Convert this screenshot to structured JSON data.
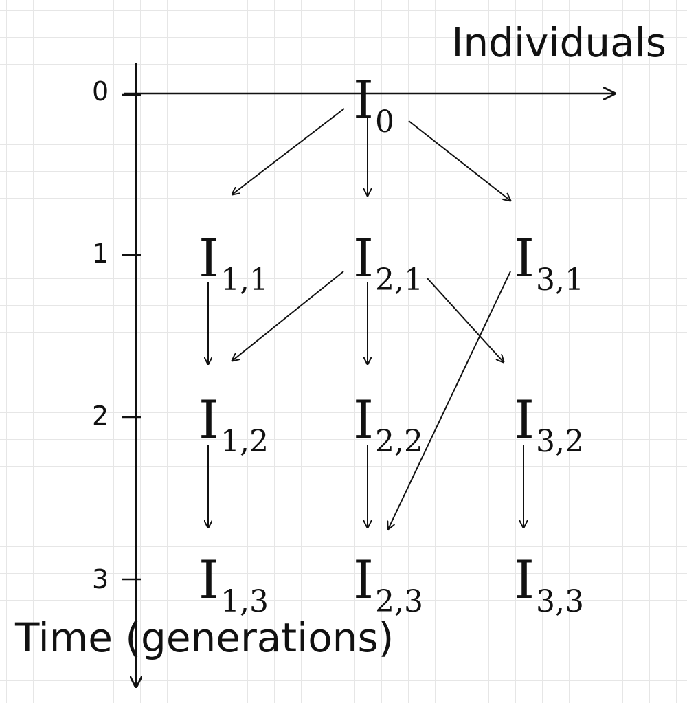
{
  "axes": {
    "x_label": "Individuals",
    "y_label": "Time (generations)",
    "ticks": [
      "0",
      "1",
      "2",
      "3"
    ]
  },
  "nodes": [
    {
      "id": "I0",
      "main": "I",
      "sub": "0"
    },
    {
      "id": "I11",
      "main": "I",
      "sub": "1,1"
    },
    {
      "id": "I21",
      "main": "I",
      "sub": "2,1"
    },
    {
      "id": "I31",
      "main": "I",
      "sub": "3,1"
    },
    {
      "id": "I12",
      "main": "I",
      "sub": "1,2"
    },
    {
      "id": "I22",
      "main": "I",
      "sub": "2,2"
    },
    {
      "id": "I32",
      "main": "I",
      "sub": "3,2"
    },
    {
      "id": "I13",
      "main": "I",
      "sub": "1,3"
    },
    {
      "id": "I23",
      "main": "I",
      "sub": "2,3"
    },
    {
      "id": "I33",
      "main": "I",
      "sub": "3,3"
    }
  ],
  "edges": [
    {
      "from": "I0",
      "to": "I11"
    },
    {
      "from": "I0",
      "to": "I21"
    },
    {
      "from": "I0",
      "to": "I31"
    },
    {
      "from": "I11",
      "to": "I12"
    },
    {
      "from": "I21",
      "to": "I12"
    },
    {
      "from": "I21",
      "to": "I22"
    },
    {
      "from": "I21",
      "to": "I32"
    },
    {
      "from": "I31",
      "to": "I23"
    },
    {
      "from": "I12",
      "to": "I13"
    },
    {
      "from": "I22",
      "to": "I23"
    },
    {
      "from": "I32",
      "to": "I33"
    }
  ],
  "colors": {
    "line": "#111111",
    "grid": "#e6e6e6",
    "background": "#ffffff"
  }
}
